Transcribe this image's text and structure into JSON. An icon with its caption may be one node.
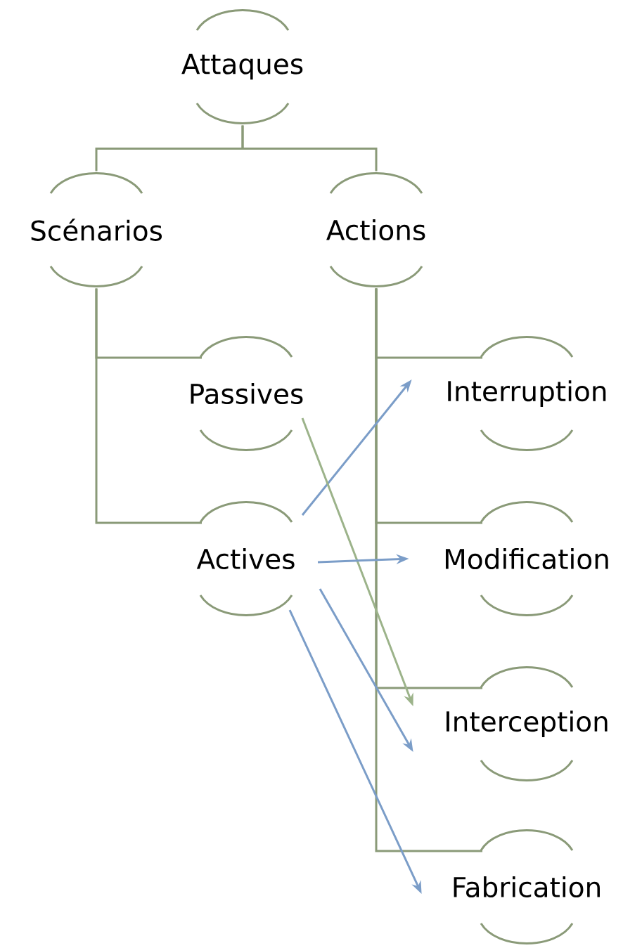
{
  "diagram": {
    "nodes": [
      {
        "text": [
          "Attaques"
        ]
      },
      {
        "text": [
          "Scénarios"
        ]
      },
      {
        "text": [
          "Actions"
        ]
      },
      {
        "text": [
          "Passives"
        ]
      },
      {
        "text": [
          "Actives"
        ]
      },
      {
        "text": [
          "Interruption"
        ]
      },
      {
        "text": [
          "Modification"
        ]
      },
      {
        "text": [
          "Interception"
        ]
      },
      {
        "text": [
          "Fabrication"
        ]
      }
    ],
    "edges": [
      {
        "from": 0,
        "to": 1,
        "arrow": "none"
      },
      {
        "from": 0,
        "to": 2,
        "arrow": "none"
      },
      {
        "from": 1,
        "to": 3,
        "arrow": "none"
      },
      {
        "from": 1,
        "to": 4,
        "arrow": "none"
      },
      {
        "from": 2,
        "to": 5,
        "arrow": "none"
      },
      {
        "from": 2,
        "to": 6,
        "arrow": "none"
      },
      {
        "from": 2,
        "to": 7,
        "arrow": "none"
      },
      {
        "from": 2,
        "to": 8,
        "arrow": "none"
      },
      {
        "from": 4,
        "to": 5,
        "arrow": "to",
        "color": "#7b9dc8"
      },
      {
        "from": 3,
        "to": 7,
        "arrow": "to",
        "color": "#9cb38a"
      },
      {
        "from": 4,
        "to": 6,
        "arrow": "to",
        "color": "#7b9dc8"
      },
      {
        "from": 4,
        "to": 7,
        "arrow": "to",
        "color": "#7b9dc8"
      },
      {
        "from": 4,
        "to": 8,
        "arrow": "to",
        "color": "#7b9dc8"
      }
    ]
  }
}
